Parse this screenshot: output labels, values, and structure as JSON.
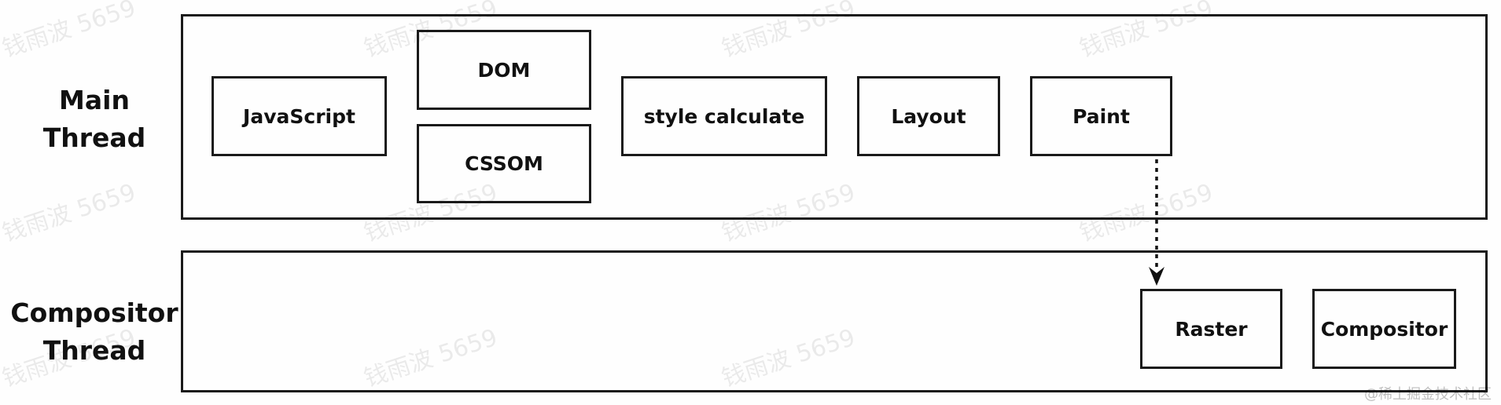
{
  "lanes": {
    "main": {
      "label_line1": "Main",
      "label_line2": "Thread"
    },
    "compositor": {
      "label_line1": "Compositor",
      "label_line2": "Thread"
    }
  },
  "nodes": {
    "javascript": "JavaScript",
    "dom": "DOM",
    "cssom": "CSSOM",
    "style": "style calculate",
    "layout": "Layout",
    "paint": "Paint",
    "raster": "Raster",
    "compositor": "Compositor"
  },
  "edges": [
    {
      "from": "Paint",
      "to": "Raster",
      "style": "dotted"
    }
  ],
  "watermark": "钱雨波 5659",
  "credit": "@稀土掘金技术社区"
}
